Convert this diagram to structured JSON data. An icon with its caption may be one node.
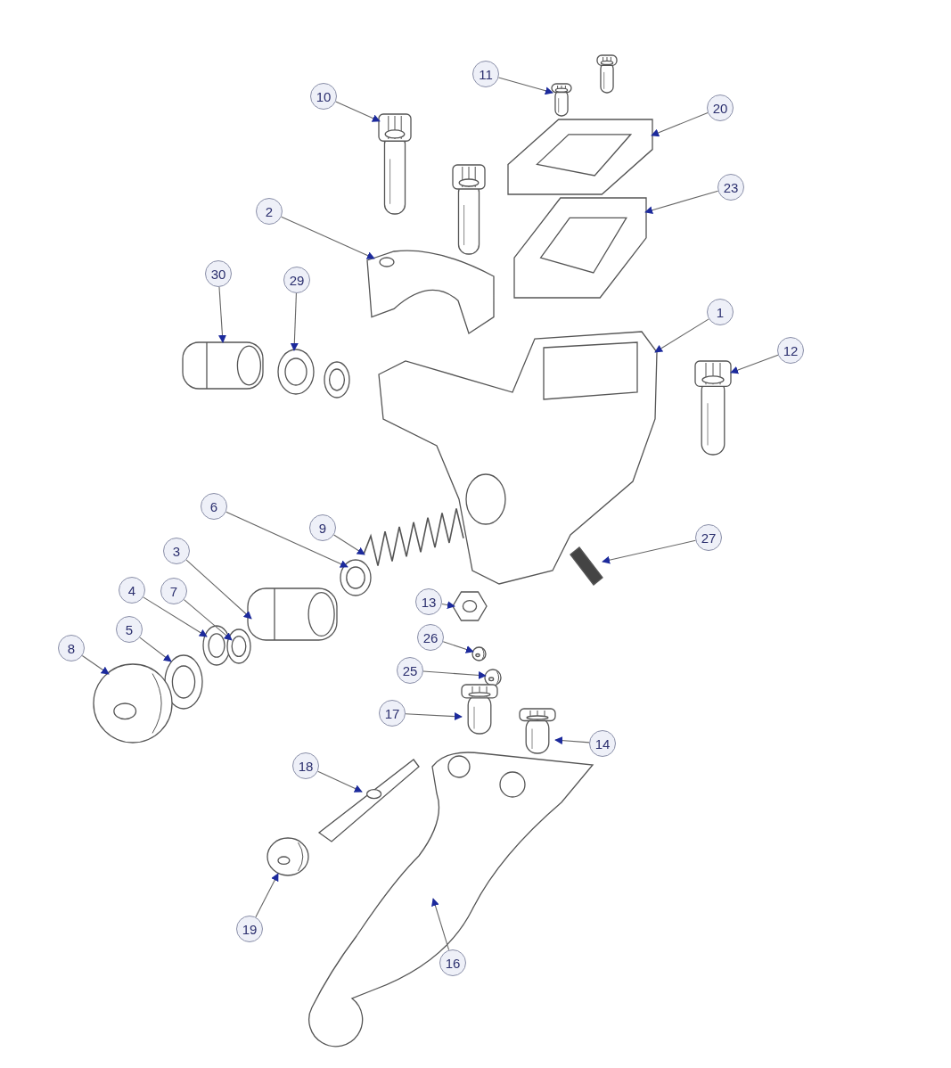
{
  "diagram": {
    "nodes": [
      {
        "text": [
          "11"
        ]
      },
      {
        "text": [
          "10"
        ]
      },
      {
        "text": [
          "20"
        ]
      },
      {
        "text": [
          "23"
        ]
      },
      {
        "text": [
          "2"
        ]
      },
      {
        "text": [
          "30"
        ]
      },
      {
        "text": [
          "29"
        ]
      },
      {
        "text": [
          "1"
        ]
      },
      {
        "text": [
          "12"
        ]
      },
      {
        "text": [
          "6"
        ]
      },
      {
        "text": [
          "9"
        ]
      },
      {
        "text": [
          "27"
        ]
      },
      {
        "text": [
          "3"
        ]
      },
      {
        "text": [
          "4"
        ]
      },
      {
        "text": [
          "7"
        ]
      },
      {
        "text": [
          "13"
        ]
      },
      {
        "text": [
          "5"
        ]
      },
      {
        "text": [
          "26"
        ]
      },
      {
        "text": [
          "8"
        ]
      },
      {
        "text": [
          "25"
        ]
      },
      {
        "text": [
          "17"
        ]
      },
      {
        "text": [
          "14"
        ]
      },
      {
        "text": [
          "18"
        ]
      },
      {
        "text": [
          "19"
        ]
      },
      {
        "text": [
          "16"
        ]
      },
      {
        "text": [],
        "shape": "picture"
      },
      {
        "text": [],
        "shape": "picture"
      },
      {
        "text": [],
        "shape": "picture"
      },
      {
        "text": [],
        "shape": "picture"
      },
      {
        "text": [],
        "shape": "picture"
      },
      {
        "text": [],
        "shape": "picture"
      },
      {
        "text": [],
        "shape": "picture"
      },
      {
        "text": [],
        "shape": "picture"
      },
      {
        "text": [],
        "shape": "picture"
      },
      {
        "text": [],
        "shape": "picture"
      },
      {
        "text": [],
        "shape": "picture"
      },
      {
        "text": [],
        "shape": "picture"
      },
      {
        "text": [],
        "shape": "picture"
      },
      {
        "text": [],
        "shape": "picture"
      },
      {
        "text": [],
        "shape": "picture"
      },
      {
        "text": [],
        "shape": "picture"
      },
      {
        "text": [],
        "shape": "picture"
      },
      {
        "text": [],
        "shape": "picture"
      },
      {
        "text": [],
        "shape": "picture"
      },
      {
        "text": [],
        "shape": "picture"
      },
      {
        "text": [],
        "shape": "picture"
      },
      {
        "text": [],
        "shape": "picture"
      },
      {
        "text": [],
        "shape": "picture"
      },
      {
        "text": [],
        "shape": "picture"
      },
      {
        "text": [],
        "shape": "picture"
      }
    ],
    "edges": [
      {
        "from": 0,
        "to": 25,
        "arrow": "to"
      },
      {
        "from": 1,
        "to": 26,
        "arrow": "to"
      },
      {
        "from": 2,
        "to": 27,
        "arrow": "to"
      },
      {
        "from": 3,
        "to": 28,
        "arrow": "to"
      },
      {
        "from": 4,
        "to": 29,
        "arrow": "to"
      },
      {
        "from": 5,
        "to": 30,
        "arrow": "to"
      },
      {
        "from": 6,
        "to": 31,
        "arrow": "to"
      },
      {
        "from": 7,
        "to": 32,
        "arrow": "to"
      },
      {
        "from": 8,
        "to": 33,
        "arrow": "to"
      },
      {
        "from": 9,
        "to": 34,
        "arrow": "to"
      },
      {
        "from": 10,
        "to": 35,
        "arrow": "to"
      },
      {
        "from": 11,
        "to": 36,
        "arrow": "to"
      },
      {
        "from": 12,
        "to": 37,
        "arrow": "to"
      },
      {
        "from": 13,
        "to": 38,
        "arrow": "to"
      },
      {
        "from": 14,
        "to": 39,
        "arrow": "to"
      },
      {
        "from": 15,
        "to": 40,
        "arrow": "to"
      },
      {
        "from": 16,
        "to": 41,
        "arrow": "to"
      },
      {
        "from": 17,
        "to": 42,
        "arrow": "to"
      },
      {
        "from": 18,
        "to": 43,
        "arrow": "to"
      },
      {
        "from": 19,
        "to": 44,
        "arrow": "to"
      },
      {
        "from": 20,
        "to": 45,
        "arrow": "to"
      },
      {
        "from": 21,
        "to": 46,
        "arrow": "to"
      },
      {
        "from": 22,
        "to": 47,
        "arrow": "to"
      },
      {
        "from": 23,
        "to": 48,
        "arrow": "to"
      },
      {
        "from": 24,
        "to": 49,
        "arrow": "to"
      }
    ]
  }
}
